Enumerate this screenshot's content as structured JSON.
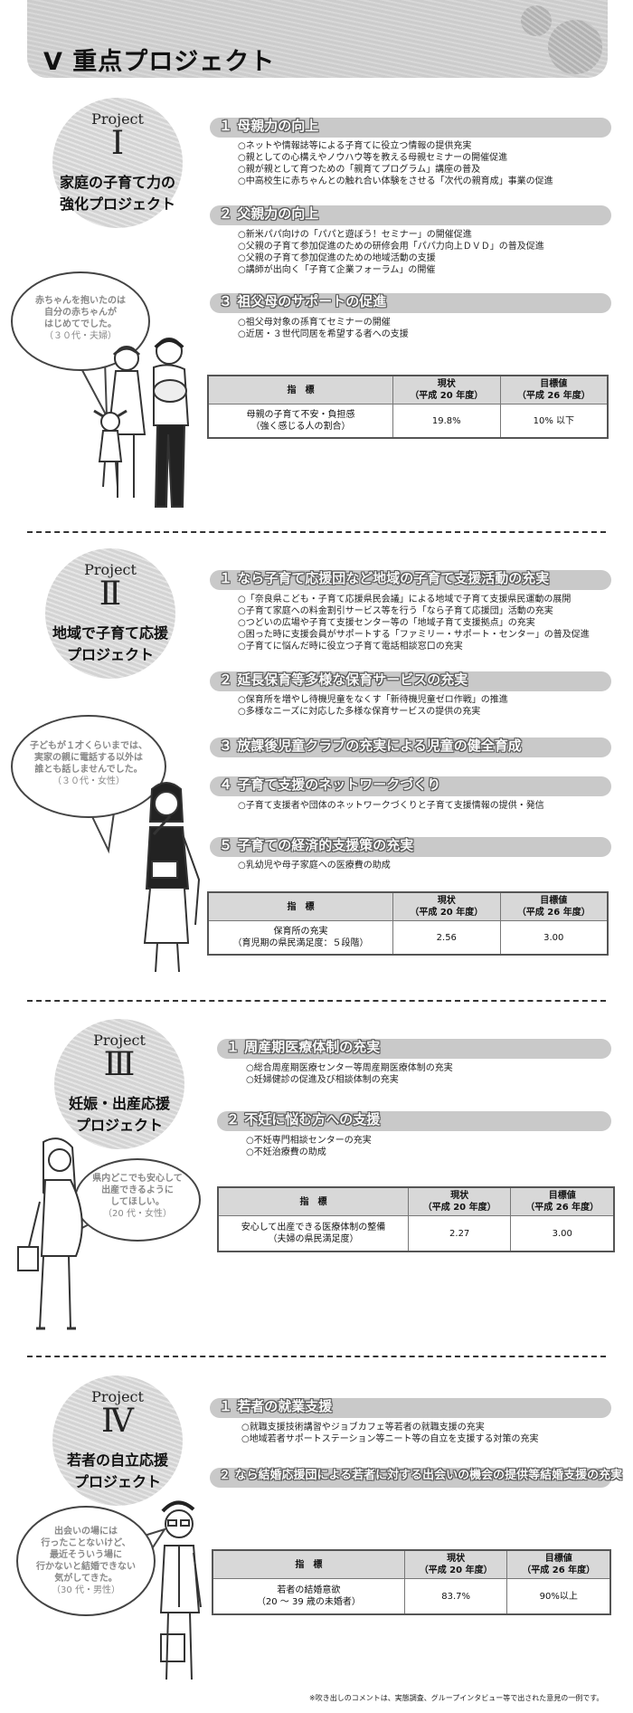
{
  "page": {
    "title": "Ⅴ 重点プロジェクト",
    "footnote": "※吹き出しのコメントは、実態調査、グループインタビュー等で出された意見の一例です。"
  },
  "table_headers": {
    "indicator": "指　標",
    "current": "現状",
    "current_year": "（平成 20 年度）",
    "target": "目標値",
    "target_year": "（平成 26 年度）"
  },
  "projects": [
    {
      "label": "Project",
      "number": "Ⅰ",
      "title_line1": "家庭の子育て力の",
      "title_line2": "強化プロジェクト",
      "bubble_lines": [
        "赤ちゃんを抱いたのは",
        "自分の赤ちゃんが",
        "はじめてでした。",
        "（３０代・夫婦）"
      ],
      "sections": [
        {
          "title": "１ 母親力の向上",
          "items": [
            "○ネットや情報誌等による子育てに役立つ情報の提供充実",
            "○親としての心構えやノウハウ等を教える母親セミナーの開催促進",
            "○親が親として育つための「親育てプログラム」講座の普及",
            "○中高校生に赤ちゃんとの触れ合い体験をさせる「次代の親育成」事業の促進"
          ]
        },
        {
          "title": "２ 父親力の向上",
          "items": [
            "○新米パパ向けの「パパと遊ぼう！セミナー」の開催促進",
            "○父親の子育て参加促進のための研修会用「パパ力向上ＤＶＤ」の普及促進",
            "○父親の子育て参加促進のための地域活動の支援",
            "○講師が出向く「子育て企業フォーラム」の開催"
          ]
        },
        {
          "title": "３ 祖父母のサポートの促進",
          "items": [
            "○祖父母対象の孫育てセミナーの開催",
            "○近居・３世代同居を希望する者への支援"
          ]
        }
      ],
      "indicator": {
        "line1": "母親の子育て不安・負担感",
        "line2": "（強く感じる人の割合）",
        "current": "19.8%",
        "target": "10% 以下"
      }
    },
    {
      "label": "Project",
      "number": "Ⅱ",
      "title_line1": "地域で子育て応援",
      "title_line2": "プロジェクト",
      "bubble_lines": [
        "子どもが１才くらいまでは、",
        "実家の親に電話する以外は",
        "誰とも話しませんでした。",
        "（３０代・女性）"
      ],
      "sections": [
        {
          "title": "１ なら子育て応援団など地域の子育て支援活動の充実",
          "items": [
            "○「奈良県こども・子育て応援県民会議」による地域で子育て支援県民運動の展開",
            "○子育て家庭への料金割引サービス等を行う「なら子育て応援団」活動の充実",
            "○つどいの広場や子育て支援センター等の「地域子育て支援拠点」の充実",
            "○困った時に支援会員がサポートする「ファミリー・サポート・センター」の普及促進",
            "○子育てに悩んだ時に役立つ子育て電話相談窓口の充実"
          ]
        },
        {
          "title": "２ 延長保育等多様な保育サービスの充実",
          "items": [
            "○保育所を増やし待機児童をなくす「新待機児童ゼロ作戦」の推進",
            "○多様なニーズに対応した多様な保育サービスの提供の充実"
          ]
        },
        {
          "title": "３ 放課後児童クラブの充実による児童の健全育成",
          "items": []
        },
        {
          "title": "４ 子育て支援のネットワークづくり",
          "items": [
            "○子育て支援者や団体のネットワークづくりと子育て支援情報の提供・発信"
          ]
        },
        {
          "title": "５ 子育ての経済的支援策の充実",
          "items": [
            "○乳幼児や母子家庭への医療費の助成"
          ]
        }
      ],
      "indicator": {
        "line1": "保育所の充実",
        "line2": "（育児期の県民満足度：５段階）",
        "current": "2.56",
        "target": "3.00"
      }
    },
    {
      "label": "Project",
      "number": "Ⅲ",
      "title_line1": "妊娠・出産応援",
      "title_line2": "プロジェクト",
      "bubble_lines": [
        "県内どこでも安心して",
        "出産できるように",
        "してほしい。",
        "（20 代・女性）"
      ],
      "sections": [
        {
          "title": "１ 周産期医療体制の充実",
          "items": [
            "○総合周産期医療センター等周産期医療体制の充実",
            "○妊婦健診の促進及び相談体制の充実"
          ]
        },
        {
          "title": "２ 不妊に悩む方への支援",
          "items": [
            "○不妊専門相談センターの充実",
            "○不妊治療費の助成"
          ]
        }
      ],
      "indicator": {
        "line1": "安心して出産できる医療体制の整備",
        "line2": "（夫婦の県民満足度）",
        "current": "2.27",
        "target": "3.00"
      }
    },
    {
      "label": "Project",
      "number": "Ⅳ",
      "title_line1": "若者の自立応援",
      "title_line2": "プロジェクト",
      "bubble_lines": [
        "出会いの場には",
        "行ったことないけど、",
        "最近そういう場に",
        "行かないと結婚できない",
        "気がしてきた。",
        "（30 代・男性）"
      ],
      "sections": [
        {
          "title": "１ 若者の就業支援",
          "items": [
            "○就職支援技術講習やジョブカフェ等若者の就職支援の充実",
            "○地域若者サポートステーション等ニート等の自立を支援する対策の充実"
          ]
        },
        {
          "title": "２ なら結婚応援団による若者に対する出会いの機会の提供等結婚支援の充実",
          "items": []
        }
      ],
      "indicator": {
        "line1": "若者の結婚意欲",
        "line2": "（20 ～ 39 歳の未婚者）",
        "current": "83.7%",
        "target": "90%以上"
      }
    }
  ]
}
